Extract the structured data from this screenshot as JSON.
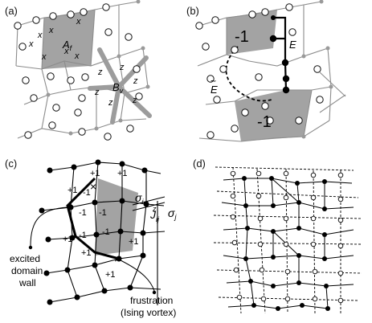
{
  "panels": {
    "a": {
      "label": "(a)",
      "plaquette": "A",
      "plaquette_sub": "f",
      "star": "B",
      "star_sub": "v",
      "x_mark": "x",
      "z_mark": "z"
    },
    "b": {
      "label": "(b)",
      "domain_value": "-1",
      "path_label": "E",
      "dual_path_label": "E",
      "dual_path_accent": "~"
    },
    "c": {
      "label": "(c)",
      "plus": "+1",
      "minus": "-1",
      "sigma": "σ",
      "sub_i": "i",
      "sub_j": "j",
      "coupling": "J",
      "coupling_sub": "ij",
      "coupling_sup": "z",
      "cross": "×",
      "wall_annotation": [
        "excited",
        "domain",
        "wall"
      ],
      "vortex_annotation": [
        "frustration",
        "(Ising vortex)"
      ]
    },
    "d": {
      "label": "(d)"
    }
  }
}
